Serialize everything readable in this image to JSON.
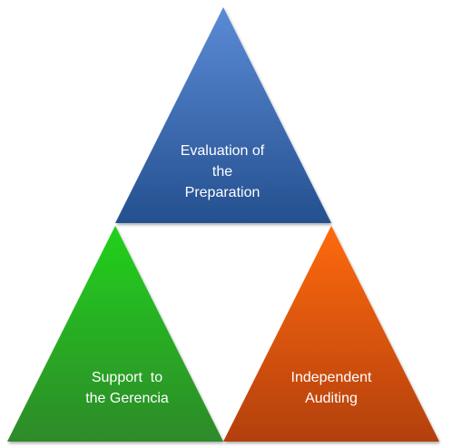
{
  "diagram": {
    "triangles": [
      {
        "id": "top",
        "lines": [
          "Evaluation of",
          "the",
          "Preparation"
        ],
        "color_light": "#5B8BD6",
        "color_dark": "#24508F"
      },
      {
        "id": "left",
        "lines": [
          "Support  to",
          "the Gerencia"
        ],
        "color_light": "#22D11C",
        "color_dark": "#2E8A2A"
      },
      {
        "id": "right",
        "lines": [
          "Independent",
          "Auditing"
        ],
        "color_light": "#FF6A10",
        "color_dark": "#B3400D"
      }
    ]
  }
}
